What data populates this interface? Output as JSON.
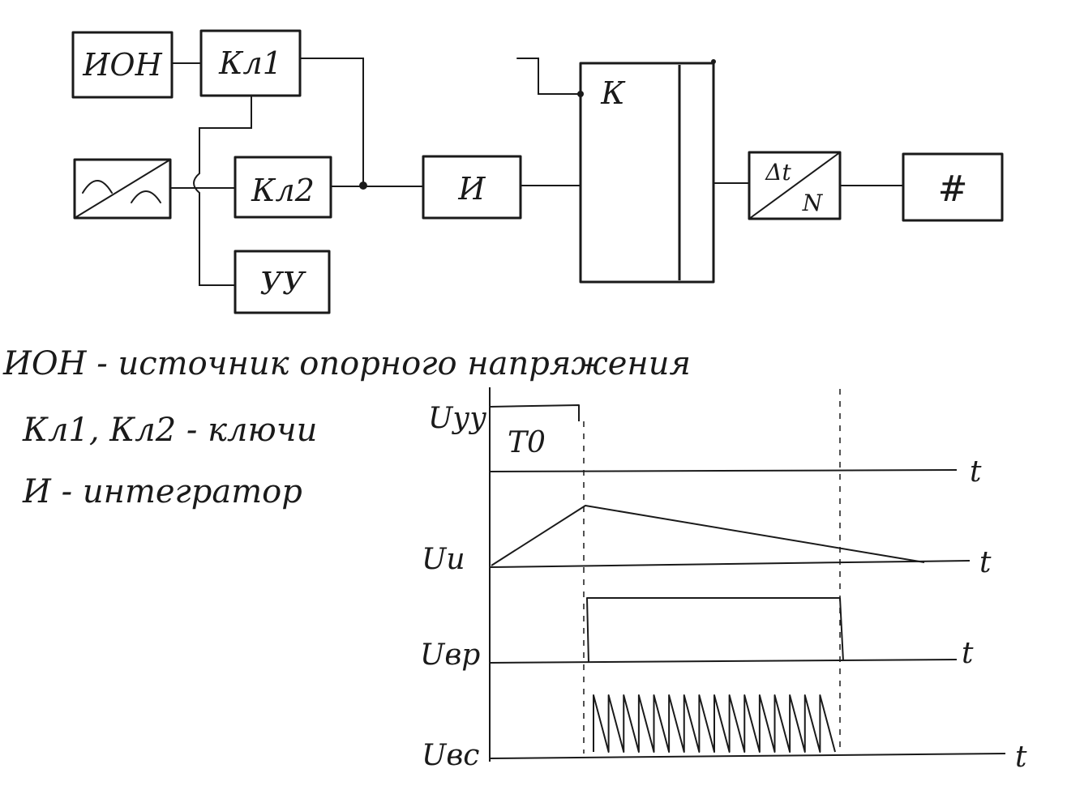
{
  "blocks": {
    "ion": "ИОН",
    "key1": "Кл1",
    "key2": "Кл2",
    "uu": "УУ",
    "integrator": "И",
    "counter": "К",
    "converter_top": "Δt",
    "converter_bottom": "N",
    "display": "#"
  },
  "legend": {
    "line1": "ИОН - источник опорного напряжения",
    "line2": "Кл1, Кл2 - ключи",
    "line3": "И - интегратор"
  },
  "timing": {
    "period_label": "T0",
    "signals": [
      {
        "name": "Uуу",
        "axis": "t"
      },
      {
        "name": "Uи",
        "axis": "t"
      },
      {
        "name": "Uвр",
        "axis": "t"
      },
      {
        "name": "Uвс",
        "axis": "t"
      }
    ]
  }
}
